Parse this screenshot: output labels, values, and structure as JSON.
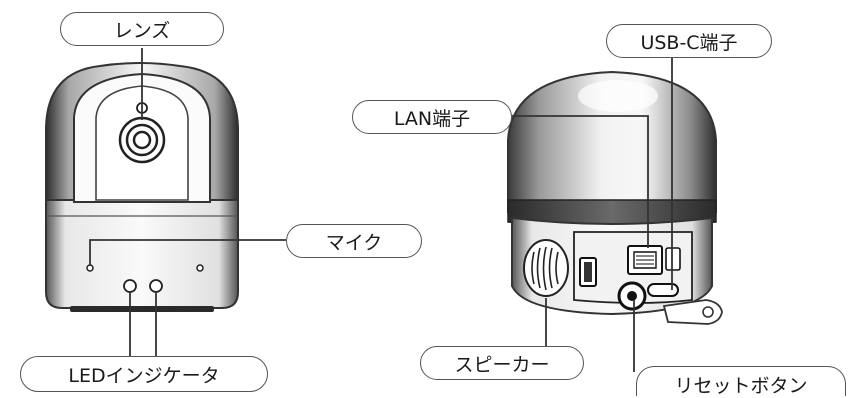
{
  "labels": {
    "lens": "レンズ",
    "usb_c_port": "USB-C端子",
    "lan_port": "LAN端子",
    "microphone": "マイク",
    "led_indicator": "LEDインジケータ",
    "speaker": "スピーカー",
    "reset_button": "リセットボタン"
  },
  "colors": {
    "line": "#333333",
    "body_dark": "#4a4a4a",
    "body_mid": "#8a8a8a",
    "body_light": "#f4f4f4",
    "base_shadow": "#2a2a2a"
  }
}
